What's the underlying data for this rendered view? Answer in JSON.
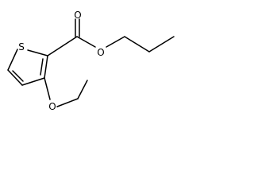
{
  "molecule": {
    "atoms": {
      "sulfur": "S",
      "carbonyl_oxygen": "O",
      "ester_oxygen": "O",
      "ether_oxygen": "O"
    }
  }
}
